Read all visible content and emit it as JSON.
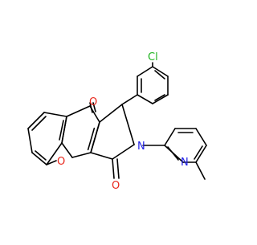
{
  "molecule": {
    "atom_labels": {
      "chlorine": "Cl",
      "ketone_oxygen": "O",
      "ring_oxygen": "O",
      "lactam_oxygen": "O",
      "lactam_nitrogen": "N",
      "pyridine_nitrogen": "N"
    },
    "colors": {
      "bond": "#000000",
      "chlorine": "#1fb31f",
      "oxygen": "#e8261b",
      "nitrogen": "#2020e8",
      "background": "#ffffff"
    }
  }
}
